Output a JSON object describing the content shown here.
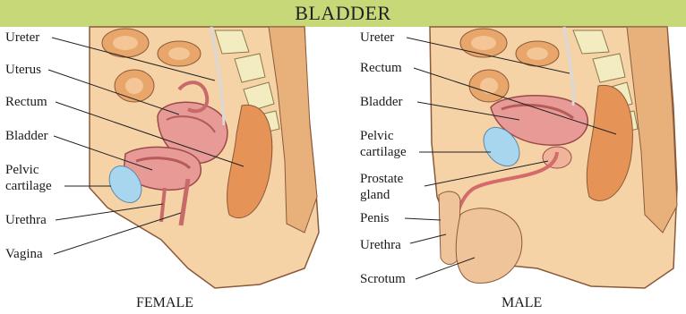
{
  "title": "BLADDER",
  "female": {
    "caption": "FEMALE",
    "labels": {
      "ureter": "Ureter",
      "uterus": "Uterus",
      "rectum": "Rectum",
      "bladder": "Bladder",
      "pelvic_cartilage_1": "Pelvic",
      "pelvic_cartilage_2": "cartilage",
      "urethra": "Urethra",
      "vagina": "Vagina"
    }
  },
  "male": {
    "caption": "MALE",
    "labels": {
      "ureter": "Ureter",
      "rectum": "Rectum",
      "bladder": "Bladder",
      "pelvic_cartilage_1": "Pelvic",
      "pelvic_cartilage_2": "cartilage",
      "prostate_1": "Prostate",
      "prostate_2": "gland",
      "penis": "Penis",
      "urethra": "Urethra",
      "scrotum": "Scrotum"
    }
  },
  "colors": {
    "banner": "#c7d878",
    "skin": "#f6d3a7",
    "skin_outline": "#8a5a3a",
    "muscle": "#e8a66a",
    "bone": "#f3ecc0",
    "bladder": "#e79a96",
    "cartilage": "#a9d6ef",
    "rectum": "#e69358"
  }
}
